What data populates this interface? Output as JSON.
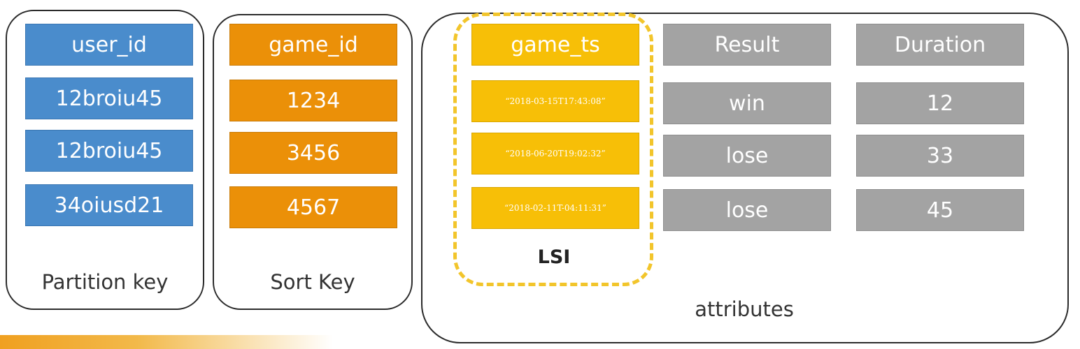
{
  "partition_key": {
    "header": "user_id",
    "values": [
      "12broiu45",
      "12broiu45",
      "34oiusd21"
    ],
    "caption": "Partition key"
  },
  "sort_key": {
    "header": "game_id",
    "values": [
      "1234",
      "3456",
      "4567"
    ],
    "caption": "Sort Key"
  },
  "attributes": {
    "caption": "attributes",
    "lsi_label": "LSI",
    "game_ts": {
      "header": "game_ts",
      "values": [
        "“2018-03-15T17:43:08”",
        "“2018-06-20T19:02:32”",
        "“2018-02-11T-04:11:31”"
      ]
    },
    "result": {
      "header": "Result",
      "values": [
        "win",
        "lose",
        "lose"
      ]
    },
    "duration": {
      "header": "Duration",
      "values": [
        "12",
        "33",
        "45"
      ]
    }
  },
  "colors": {
    "partition": "#4a8ccc",
    "sort": "#eb9008",
    "lsi": "#f7bf07",
    "attribute": "#a3a3a3",
    "lsi_border": "#f2c52b"
  }
}
